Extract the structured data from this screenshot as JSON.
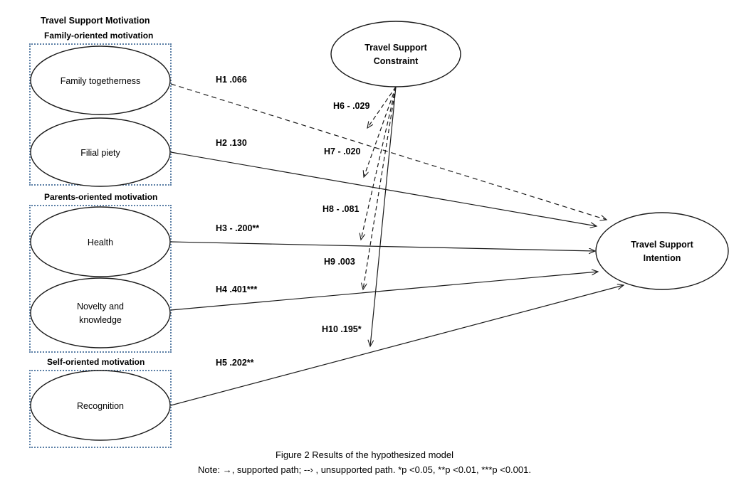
{
  "figure": {
    "title": "Figure 2 Results of the hypothesized model",
    "note": "Note: →, supported path;  --› , unsupported path. *p <0.05, **p <0.01, ***p <0.001.",
    "heading": "Travel Support Motivation"
  },
  "groups": [
    {
      "id": "family",
      "label": "Family-oriented motivation"
    },
    {
      "id": "parents",
      "label": "Parents-oriented motivation"
    },
    {
      "id": "self",
      "label": "Self-oriented motivation"
    }
  ],
  "nodes": [
    {
      "id": "family-togetherness",
      "label": "Family togetherness"
    },
    {
      "id": "filial-piety",
      "label": "Filial piety"
    },
    {
      "id": "health",
      "label": "Health"
    },
    {
      "id": "novelty-knowledge",
      "label": "Novelty and\nknowledge"
    },
    {
      "id": "recognition",
      "label": "Recognition"
    },
    {
      "id": "travel-support-constraint",
      "label": "Travel Support\nConstraint"
    },
    {
      "id": "travel-support-intention",
      "label": "Travel Support\nIntention"
    }
  ],
  "paths": [
    {
      "id": "H1",
      "label": "H1 .066",
      "hypothesis": "H1",
      "coefficient": ".066",
      "sign": "+",
      "significance": "",
      "supported": false,
      "style": "dashed",
      "from": "family-togetherness",
      "to": "travel-support-intention"
    },
    {
      "id": "H2",
      "label": "H2 .130",
      "hypothesis": "H2",
      "coefficient": ".130",
      "sign": "+",
      "significance": "",
      "supported": true,
      "style": "solid",
      "from": "filial-piety",
      "to": "travel-support-intention"
    },
    {
      "id": "H3",
      "label": "H3 - .200**",
      "hypothesis": "H3",
      "coefficient": "-.200",
      "sign": "-",
      "significance": "**",
      "supported": true,
      "style": "solid",
      "from": "health",
      "to": "travel-support-intention"
    },
    {
      "id": "H4",
      "label": "H4 .401***",
      "hypothesis": "H4",
      "coefficient": ".401",
      "sign": "+",
      "significance": "***",
      "supported": true,
      "style": "solid",
      "from": "novelty-knowledge",
      "to": "travel-support-intention"
    },
    {
      "id": "H5",
      "label": "H5 .202**",
      "hypothesis": "H5",
      "coefficient": ".202",
      "sign": "+",
      "significance": "**",
      "supported": true,
      "style": "solid",
      "from": "recognition",
      "to": "travel-support-intention"
    },
    {
      "id": "H6",
      "label": "H6 - .029",
      "hypothesis": "H6",
      "coefficient": "-.029",
      "sign": "-",
      "significance": "",
      "supported": false,
      "style": "dashed",
      "from": "travel-support-constraint",
      "to": "H1"
    },
    {
      "id": "H7",
      "label": "H7 - .020",
      "hypothesis": "H7",
      "coefficient": "-.020",
      "sign": "-",
      "significance": "",
      "supported": false,
      "style": "dashed",
      "from": "travel-support-constraint",
      "to": "H2"
    },
    {
      "id": "H8",
      "label": "H8 - .081",
      "hypothesis": "H8",
      "coefficient": "-.081",
      "sign": "-",
      "significance": "",
      "supported": false,
      "style": "dashed",
      "from": "travel-support-constraint",
      "to": "H3"
    },
    {
      "id": "H9",
      "label": "H9 .003",
      "hypothesis": "H9",
      "coefficient": ".003",
      "sign": "+",
      "significance": "",
      "supported": false,
      "style": "dashed",
      "from": "travel-support-constraint",
      "to": "H4"
    },
    {
      "id": "H10",
      "label": "H10 .195*",
      "hypothesis": "H10",
      "coefficient": ".195",
      "sign": "+",
      "significance": "*",
      "supported": true,
      "style": "solid",
      "from": "travel-support-constraint",
      "to": "H5"
    }
  ],
  "colors": {
    "stroke": "#1a1a1a",
    "group_border": "#5b7fa6",
    "text": "#000000",
    "background": "#ffffff"
  }
}
